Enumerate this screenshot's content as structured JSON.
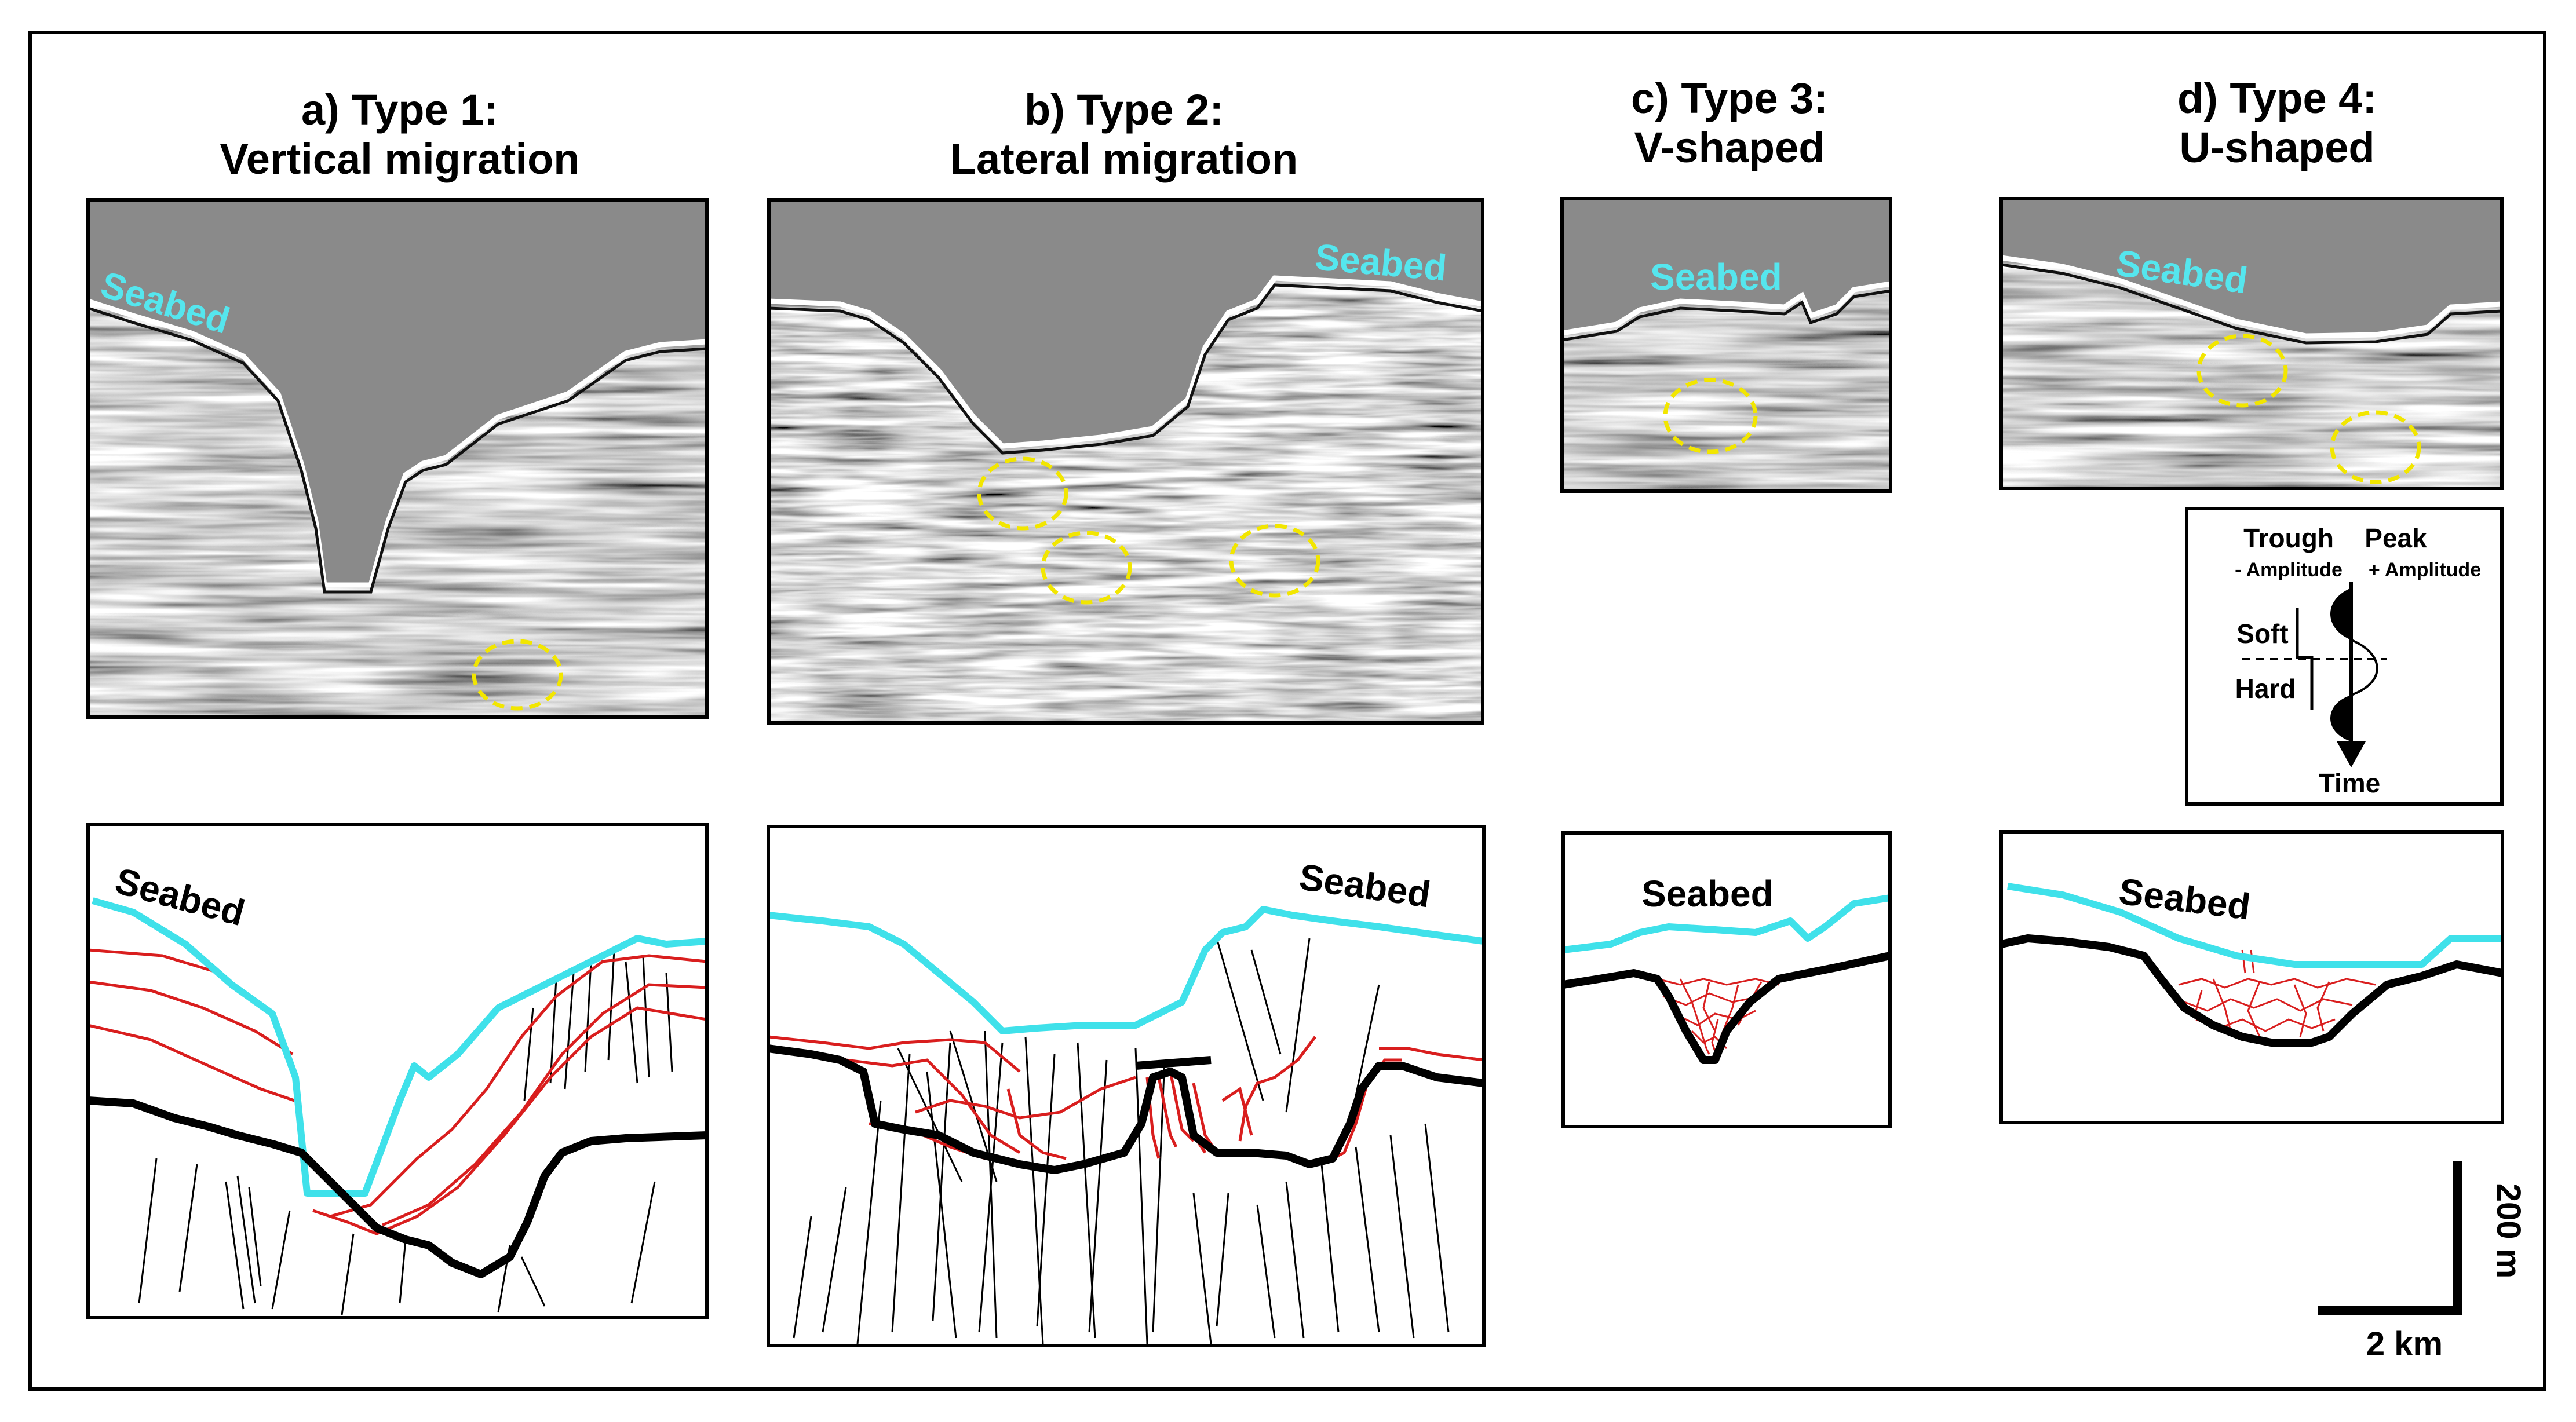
{
  "panels": [
    {
      "title_line1": "a) Type 1:",
      "title_line2": "Vertical migration",
      "seismic_label": "Seabed",
      "interp_label": "Seabed"
    },
    {
      "title_line1": "b) Type 2:",
      "title_line2": "Lateral migration",
      "seismic_label": "Seabed",
      "interp_label": "Seabed"
    },
    {
      "title_line1": "c) Type 3:",
      "title_line2": "V-shaped",
      "seismic_label": "Seabed",
      "interp_label": "Seabed"
    },
    {
      "title_line1": "d) Type 4:",
      "title_line2": "U-shaped",
      "seismic_label": "Seabed",
      "interp_label": "Seabed"
    }
  ],
  "legend": {
    "trough": "Trough",
    "trough_sub": "- Amplitude",
    "peak": "Peak",
    "peak_sub": "+ Amplitude",
    "soft": "Soft",
    "hard": "Hard",
    "time": "Time"
  },
  "scale": {
    "vertical": "200 m",
    "horizontal": "2 km"
  },
  "colors": {
    "seabed_line": "#3fe1ea",
    "seabed_label": "#55e6ee",
    "infill_lines": "#d91e1e",
    "gas_anomaly_circles": "#f2e600",
    "water_column": "#8a8a8a",
    "sediment_background": "#a6a6a6"
  }
}
